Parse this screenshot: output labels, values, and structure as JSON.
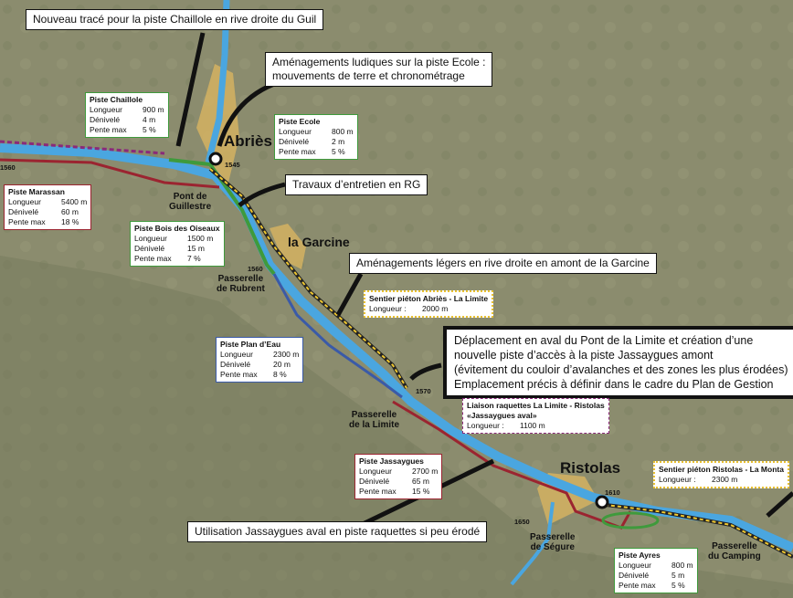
{
  "callouts": {
    "chaillole": "Nouveau tracé pour la piste Chaillole en rive droite du Guil",
    "ecole_line1": "Aménagements ludiques sur la piste Ecole :",
    "ecole_line2": "mouvements de terre et chronométrage",
    "travaux": "Travaux d’entretien en RG",
    "garcine": "Aménagements légers en rive droite en amont de la Garcine",
    "deplacement_line1": "Déplacement en aval du Pont de la Limite et création d’une",
    "deplacement_line2": "nouvelle piste d’accès à la piste Jassaygues amont",
    "deplacement_line3": "(évitement du couloir d’avalanches et des zones les plus érodées)",
    "deplacement_line4": "Emplacement précis à définir dans le cadre du Plan de Gestion",
    "jassaygues": "Utilisation Jassaygues aval en piste raquettes si peu érodé"
  },
  "trails": {
    "chaillole": {
      "title": "Piste Chaillole",
      "rows": [
        [
          "Longueur",
          "900 m"
        ],
        [
          "Dénivelé",
          "4 m"
        ],
        [
          "Pente max",
          "5 %"
        ]
      ]
    },
    "ecole": {
      "title": "Piste Ecole",
      "rows": [
        [
          "Longueur",
          "800 m"
        ],
        [
          "Dénivelé",
          "2 m"
        ],
        [
          "Pente max",
          "5 %"
        ]
      ]
    },
    "marassan": {
      "title": "Piste Marassan",
      "rows": [
        [
          "Longueur",
          "5400 m"
        ],
        [
          "Dénivelé",
          "60 m"
        ],
        [
          "Pente max",
          "18 %"
        ]
      ]
    },
    "bois_oiseaux": {
      "title": "Piste Bois des Oiseaux",
      "rows": [
        [
          "Longueur",
          "1500 m"
        ],
        [
          "Dénivelé",
          "15 m"
        ],
        [
          "Pente max",
          "7 %"
        ]
      ]
    },
    "plan_eau": {
      "title": "Piste Plan d’Eau",
      "rows": [
        [
          "Longueur",
          "2300 m"
        ],
        [
          "Dénivelé",
          "20 m"
        ],
        [
          "Pente max",
          "8 %"
        ]
      ]
    },
    "jassaygues": {
      "title": "Piste Jassaygues",
      "rows": [
        [
          "Longueur",
          "2700 m"
        ],
        [
          "Dénivelé",
          "65 m"
        ],
        [
          "Pente max",
          "15 %"
        ]
      ]
    },
    "ayres": {
      "title": "Piste Ayres",
      "rows": [
        [
          "Longueur",
          "800 m"
        ],
        [
          "Dénivelé",
          "5 m"
        ],
        [
          "Pente max",
          "5 %"
        ]
      ]
    },
    "sentier_abries": {
      "title": "Sentier piéton Abriès - La Limite",
      "rows": [
        [
          "Longueur :",
          "2000 m"
        ]
      ]
    },
    "sentier_ristolas": {
      "title": "Sentier piéton Ristolas - La Monta",
      "rows": [
        [
          "Longueur :",
          "2300 m"
        ]
      ]
    },
    "liaison": {
      "title": "Liaison raquettes La Limite - Ristolas",
      "subtitle": "«Jassaygues aval»",
      "rows": [
        [
          "Longueur :",
          "1100 m"
        ]
      ]
    }
  },
  "places": {
    "abries": "Abriès",
    "garcine": "la Garcine",
    "ristolas": "Ristolas",
    "pont_guillestre_1": "Pont de",
    "pont_guillestre_2": "Guillestre",
    "rubrent_1": "Passerelle",
    "rubrent_2": "de Rubrent",
    "limite_1": "Passerelle",
    "limite_2": "de la Limite",
    "segure_1": "Passerelle",
    "segure_2": "de Ségure",
    "camping_1": "Passerelle",
    "camping_2": "du Camping"
  },
  "altitudes": {
    "a1545": "1545",
    "a1560w": "1560",
    "a1560": "1560",
    "a1570": "1570",
    "a1610": "1610",
    "a1650": "1650"
  },
  "colors": {
    "river": "#4aa6e0",
    "green_trail": "#3f9a3c",
    "red_trail": "#9b2430",
    "blue_trail": "#3a5aa8",
    "village": "#d8b460"
  }
}
